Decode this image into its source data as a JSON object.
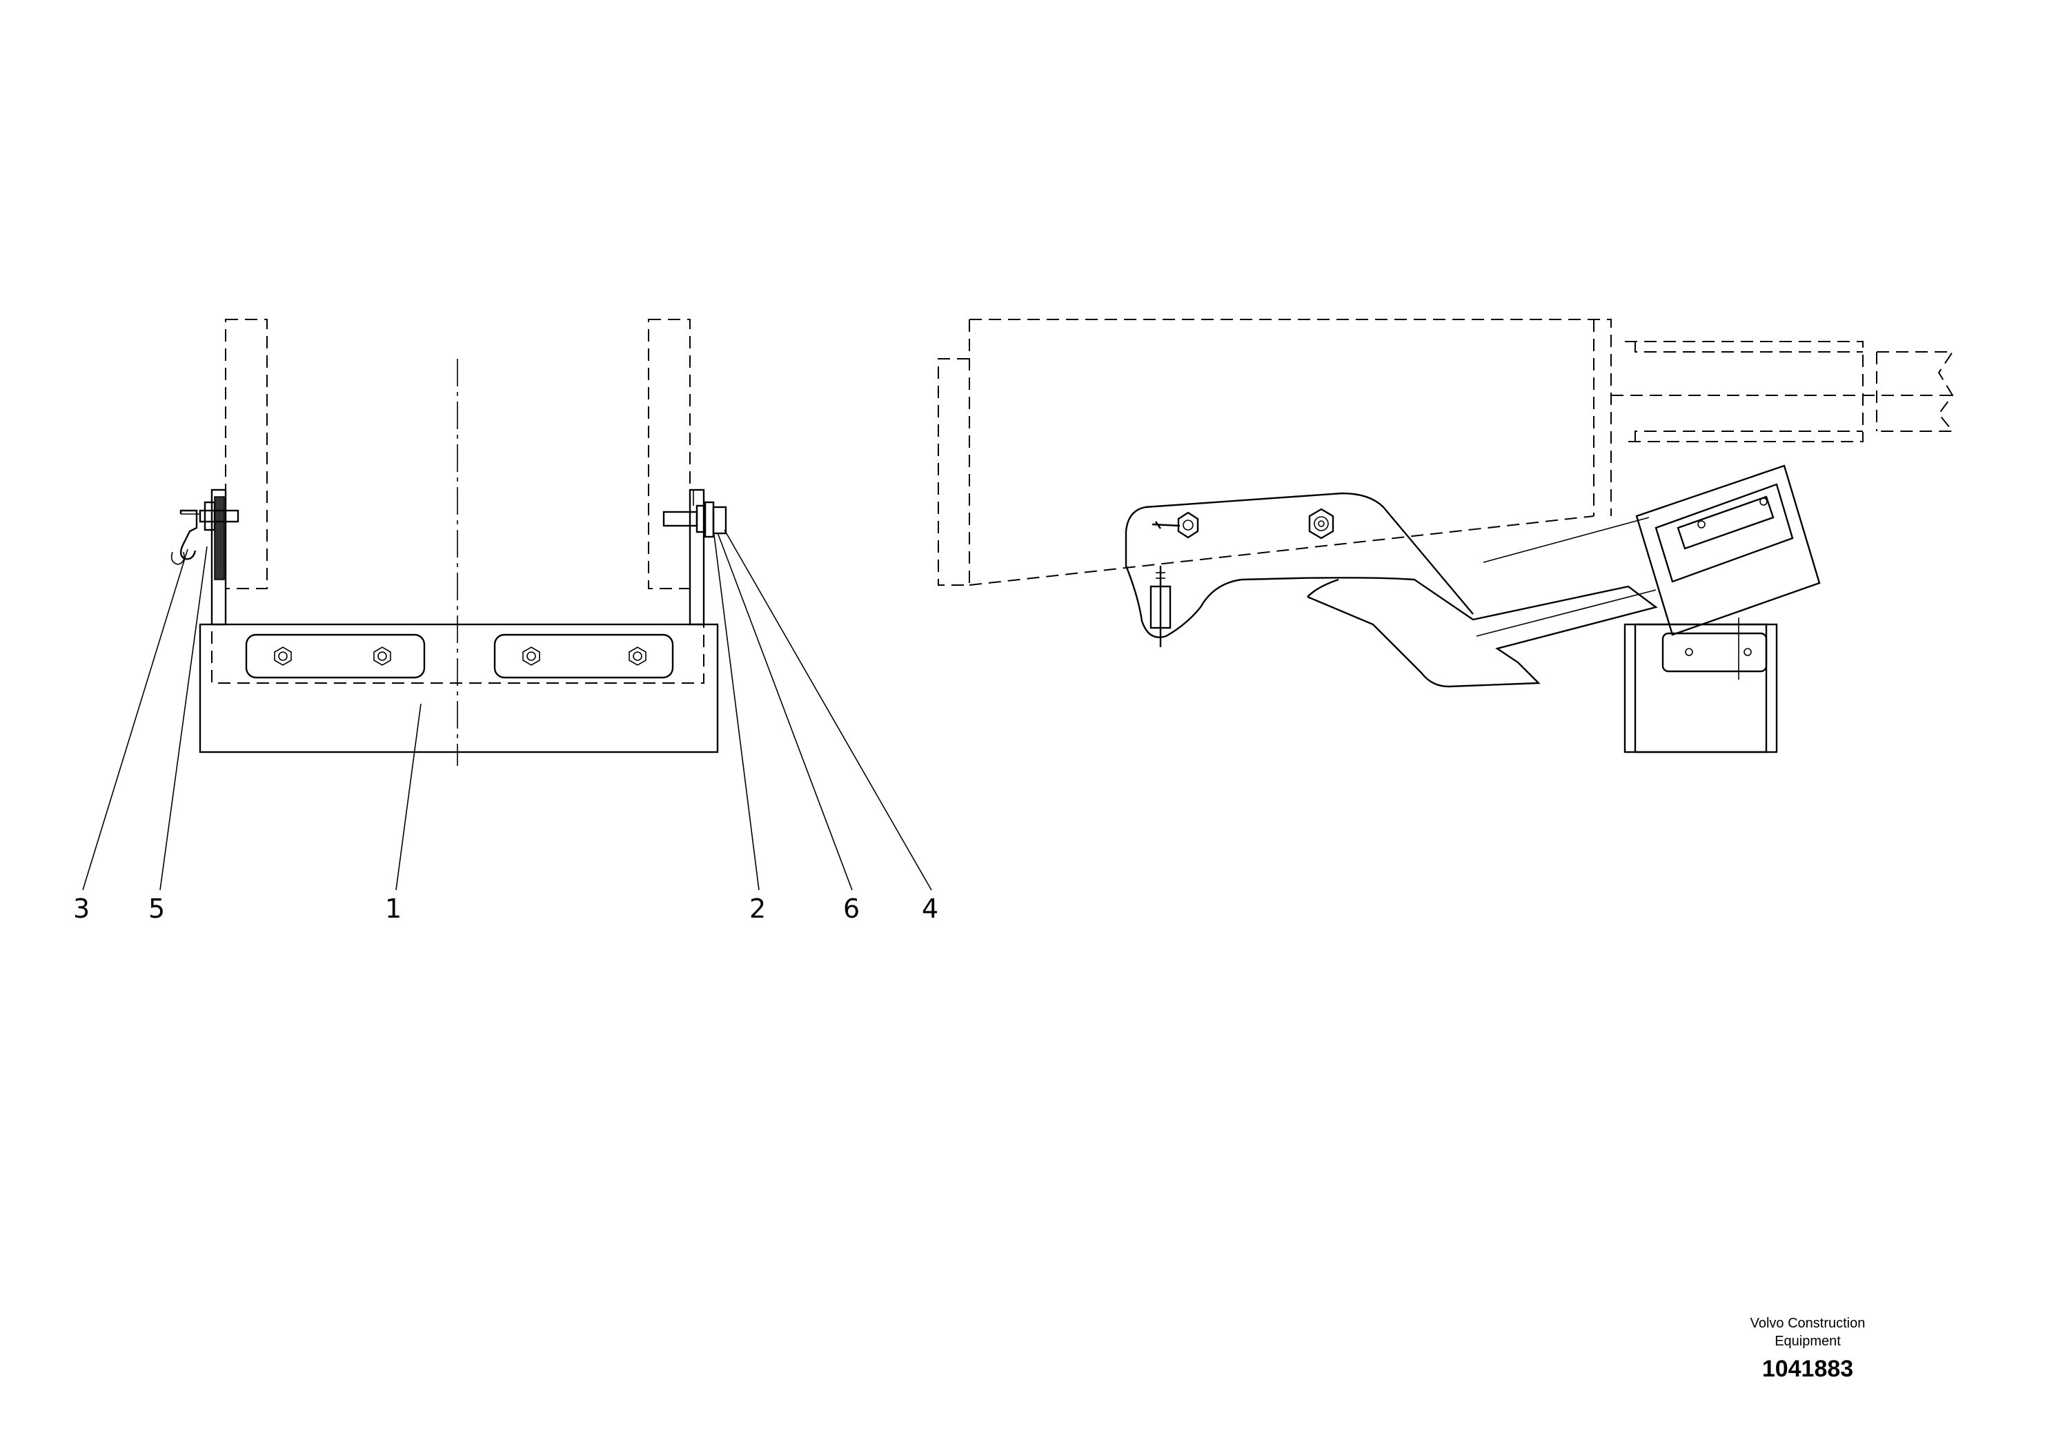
{
  "drawing": {
    "callouts": [
      {
        "num": "3"
      },
      {
        "num": "5"
      },
      {
        "num": "1"
      },
      {
        "num": "2"
      },
      {
        "num": "6"
      },
      {
        "num": "4"
      }
    ]
  },
  "title_block": {
    "company_line1": "Volvo Construction",
    "company_line2": "Equipment",
    "document_number": "1041883"
  }
}
